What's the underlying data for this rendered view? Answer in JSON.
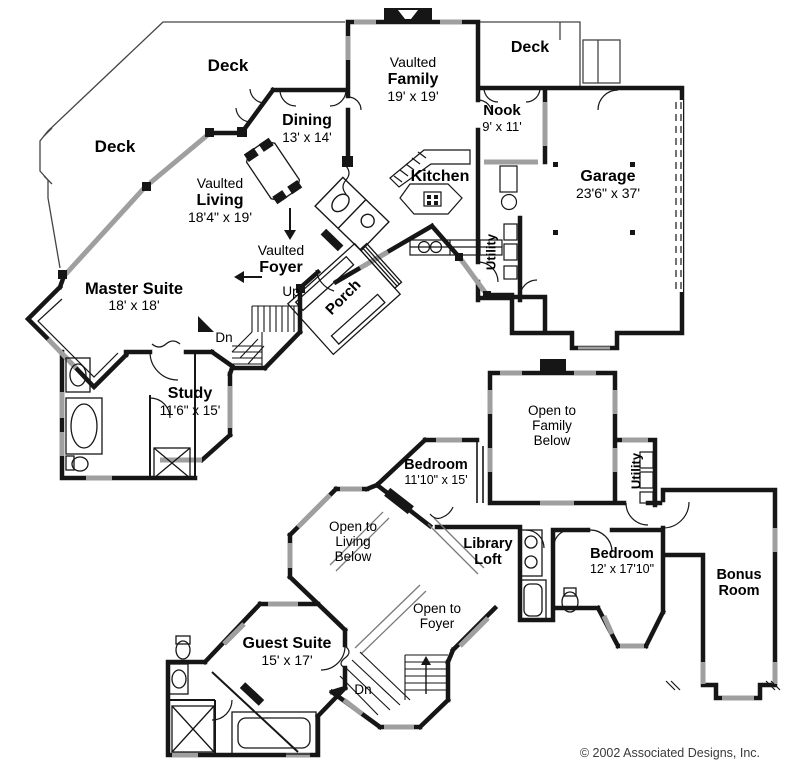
{
  "labels": {
    "deck_top": {
      "l1": "Deck"
    },
    "deck_left": {
      "l1": "Deck"
    },
    "deck_right": {
      "l1": "Deck"
    },
    "family": {
      "l1": "Vaulted",
      "l2": "Family",
      "l3": "19' x 19'"
    },
    "dining": {
      "l1": "Dining",
      "l2": "13' x 14'"
    },
    "nook": {
      "l1": "Nook",
      "l2": "9' x 11'"
    },
    "kitchen": {
      "l1": "Kitchen"
    },
    "garage": {
      "l1": "Garage",
      "l2": "23'6\" x 37'"
    },
    "utility_main": {
      "l1": "Utility"
    },
    "living": {
      "l1": "Vaulted",
      "l2": "Living",
      "l3": "18'4\" x 19'"
    },
    "foyer": {
      "l1": "Vaulted",
      "l2": "Foyer"
    },
    "porch": {
      "l1": "Porch"
    },
    "master": {
      "l1": "Master Suite",
      "l2": "18' x 18'"
    },
    "up": {
      "l1": "Up"
    },
    "dn_main": {
      "l1": "Dn"
    },
    "study": {
      "l1": "Study",
      "l2": "11'6\" x 15'"
    },
    "open_family": {
      "l1": "Open to",
      "l2": "Family",
      "l3": "Below"
    },
    "bedroom1": {
      "l1": "Bedroom",
      "l2": "11'10\" x 15'"
    },
    "utility_upper": {
      "l1": "Utility"
    },
    "open_living": {
      "l1": "Open to",
      "l2": "Living",
      "l3": "Below"
    },
    "library": {
      "l1": "Library",
      "l2": "Loft"
    },
    "bedroom2": {
      "l1": "Bedroom",
      "l2": "12' x 17'10\""
    },
    "bonus": {
      "l1": "Bonus",
      "l2": "Room"
    },
    "guest": {
      "l1": "Guest Suite",
      "l2": "15' x 17'"
    },
    "open_foyer": {
      "l1": "Open to",
      "l2": "Foyer"
    },
    "dn_upper": {
      "l1": "Dn"
    }
  },
  "footer": {
    "copyright": "© 2002 Associated Designs, Inc."
  },
  "colors": {
    "wall": "#161616",
    "window_fill": "#9f9f9f",
    "background": "#ffffff"
  }
}
